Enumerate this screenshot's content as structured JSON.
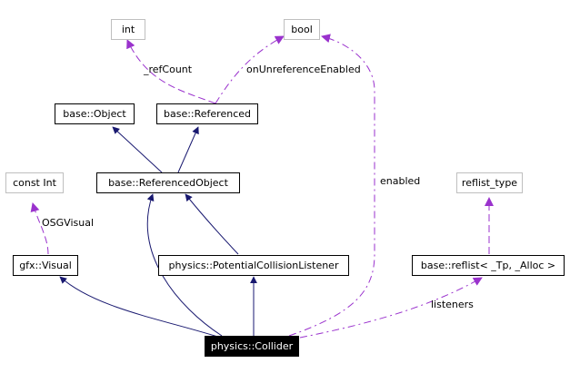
{
  "colors": {
    "inheritance": "#191970",
    "usage": "#9a32cd",
    "external_border": "#bfbfbf"
  },
  "nodes": {
    "int": "int",
    "bool": "bool",
    "base_object": "base::Object",
    "base_referenced": "base::Referenced",
    "const_int": "const Int",
    "base_referenced_object": "base::ReferencedObject",
    "reflist_type": "reflist_type",
    "gfx_visual": "gfx::Visual",
    "potential_collision_listener": "physics::PotentialCollisionListener",
    "base_reflist": "base::reflist< _Tp, _Alloc >",
    "physics_collider": "physics::Collider"
  },
  "edge_labels": {
    "ref_count": "_refCount",
    "on_unreference_enabled": "onUnreferenceEnabled",
    "enabled": "enabled",
    "osg_visual": "OSGVisual",
    "listeners": "listeners"
  }
}
